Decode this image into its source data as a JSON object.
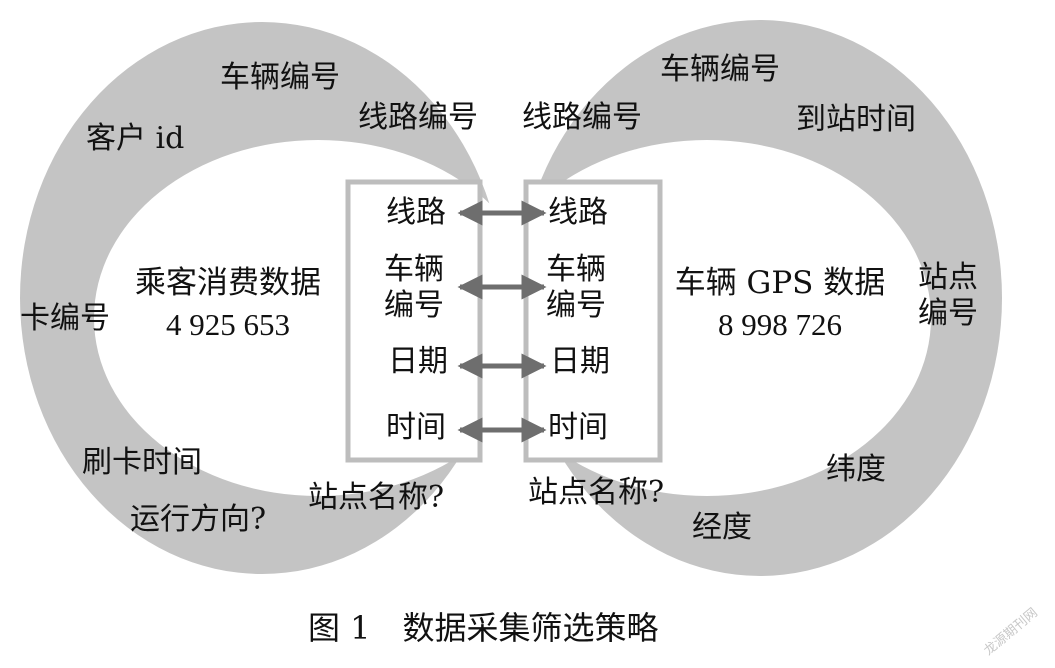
{
  "left": {
    "title": "乘客消费数据",
    "count": "4 925 653",
    "ring_labels": {
      "vehicle_no": "车辆编号",
      "customer_id": "客户 id",
      "route_no": "线路编号",
      "card_no": "卡编号",
      "swipe_time": "刷卡时间",
      "direction": "运行方向?",
      "stop_name": "站点名称?"
    },
    "fields": [
      "线路",
      "车辆\n编号",
      "日期",
      "时间"
    ]
  },
  "right": {
    "title": "车辆 GPS 数据",
    "count": "8 998 726",
    "ring_labels": {
      "vehicle_no": "车辆编号",
      "route_no": "线路编号",
      "arrival_time": "到站时间",
      "stop_no": "站点\n编号",
      "latitude": "纬度",
      "longitude": "经度",
      "stop_name": "站点名称?"
    },
    "fields": [
      "线路",
      "车辆\n编号",
      "日期",
      "时间"
    ]
  },
  "caption": "图 1　数据采集筛选策略",
  "watermark": "龙源期刊网",
  "colors": {
    "ring": "#c4c4c4",
    "box_border": "#bdbdbd",
    "arrow": "#6e6e6e"
  }
}
